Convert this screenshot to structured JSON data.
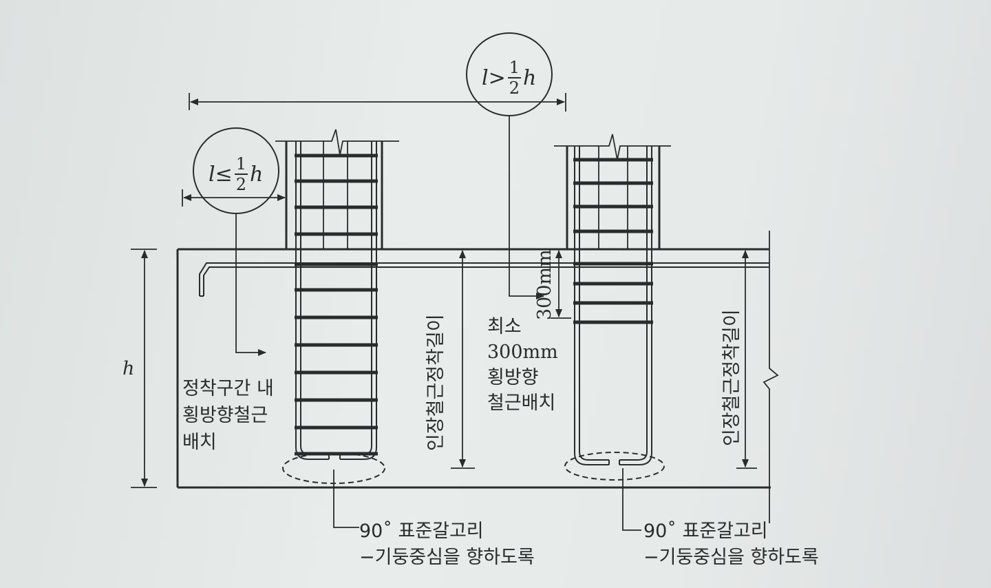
{
  "callouts": {
    "long": {
      "l": "l",
      "op": ">",
      "num": "1",
      "den": "2",
      "h": "h"
    },
    "short": {
      "l": "l",
      "op": "≤",
      "num": "1",
      "den": "2",
      "h": "h"
    }
  },
  "dimensions": {
    "height": "h",
    "dev_length_left": "인장철근정착길이",
    "dev_length_right": "인장철근정착길이",
    "min_spacing": "300mm"
  },
  "notes": {
    "left_transverse": [
      "정착구간 내",
      "횡방향철근",
      "배치"
    ],
    "center_transverse": [
      "최소",
      "300mm",
      "횡방향",
      "철근배치"
    ],
    "left_hook": [
      "90˚ 표준갈고리",
      "−기둥중심을 향하도록"
    ],
    "right_hook": [
      "90˚ 표준갈고리",
      "−기둥중심을 향하도록"
    ]
  }
}
